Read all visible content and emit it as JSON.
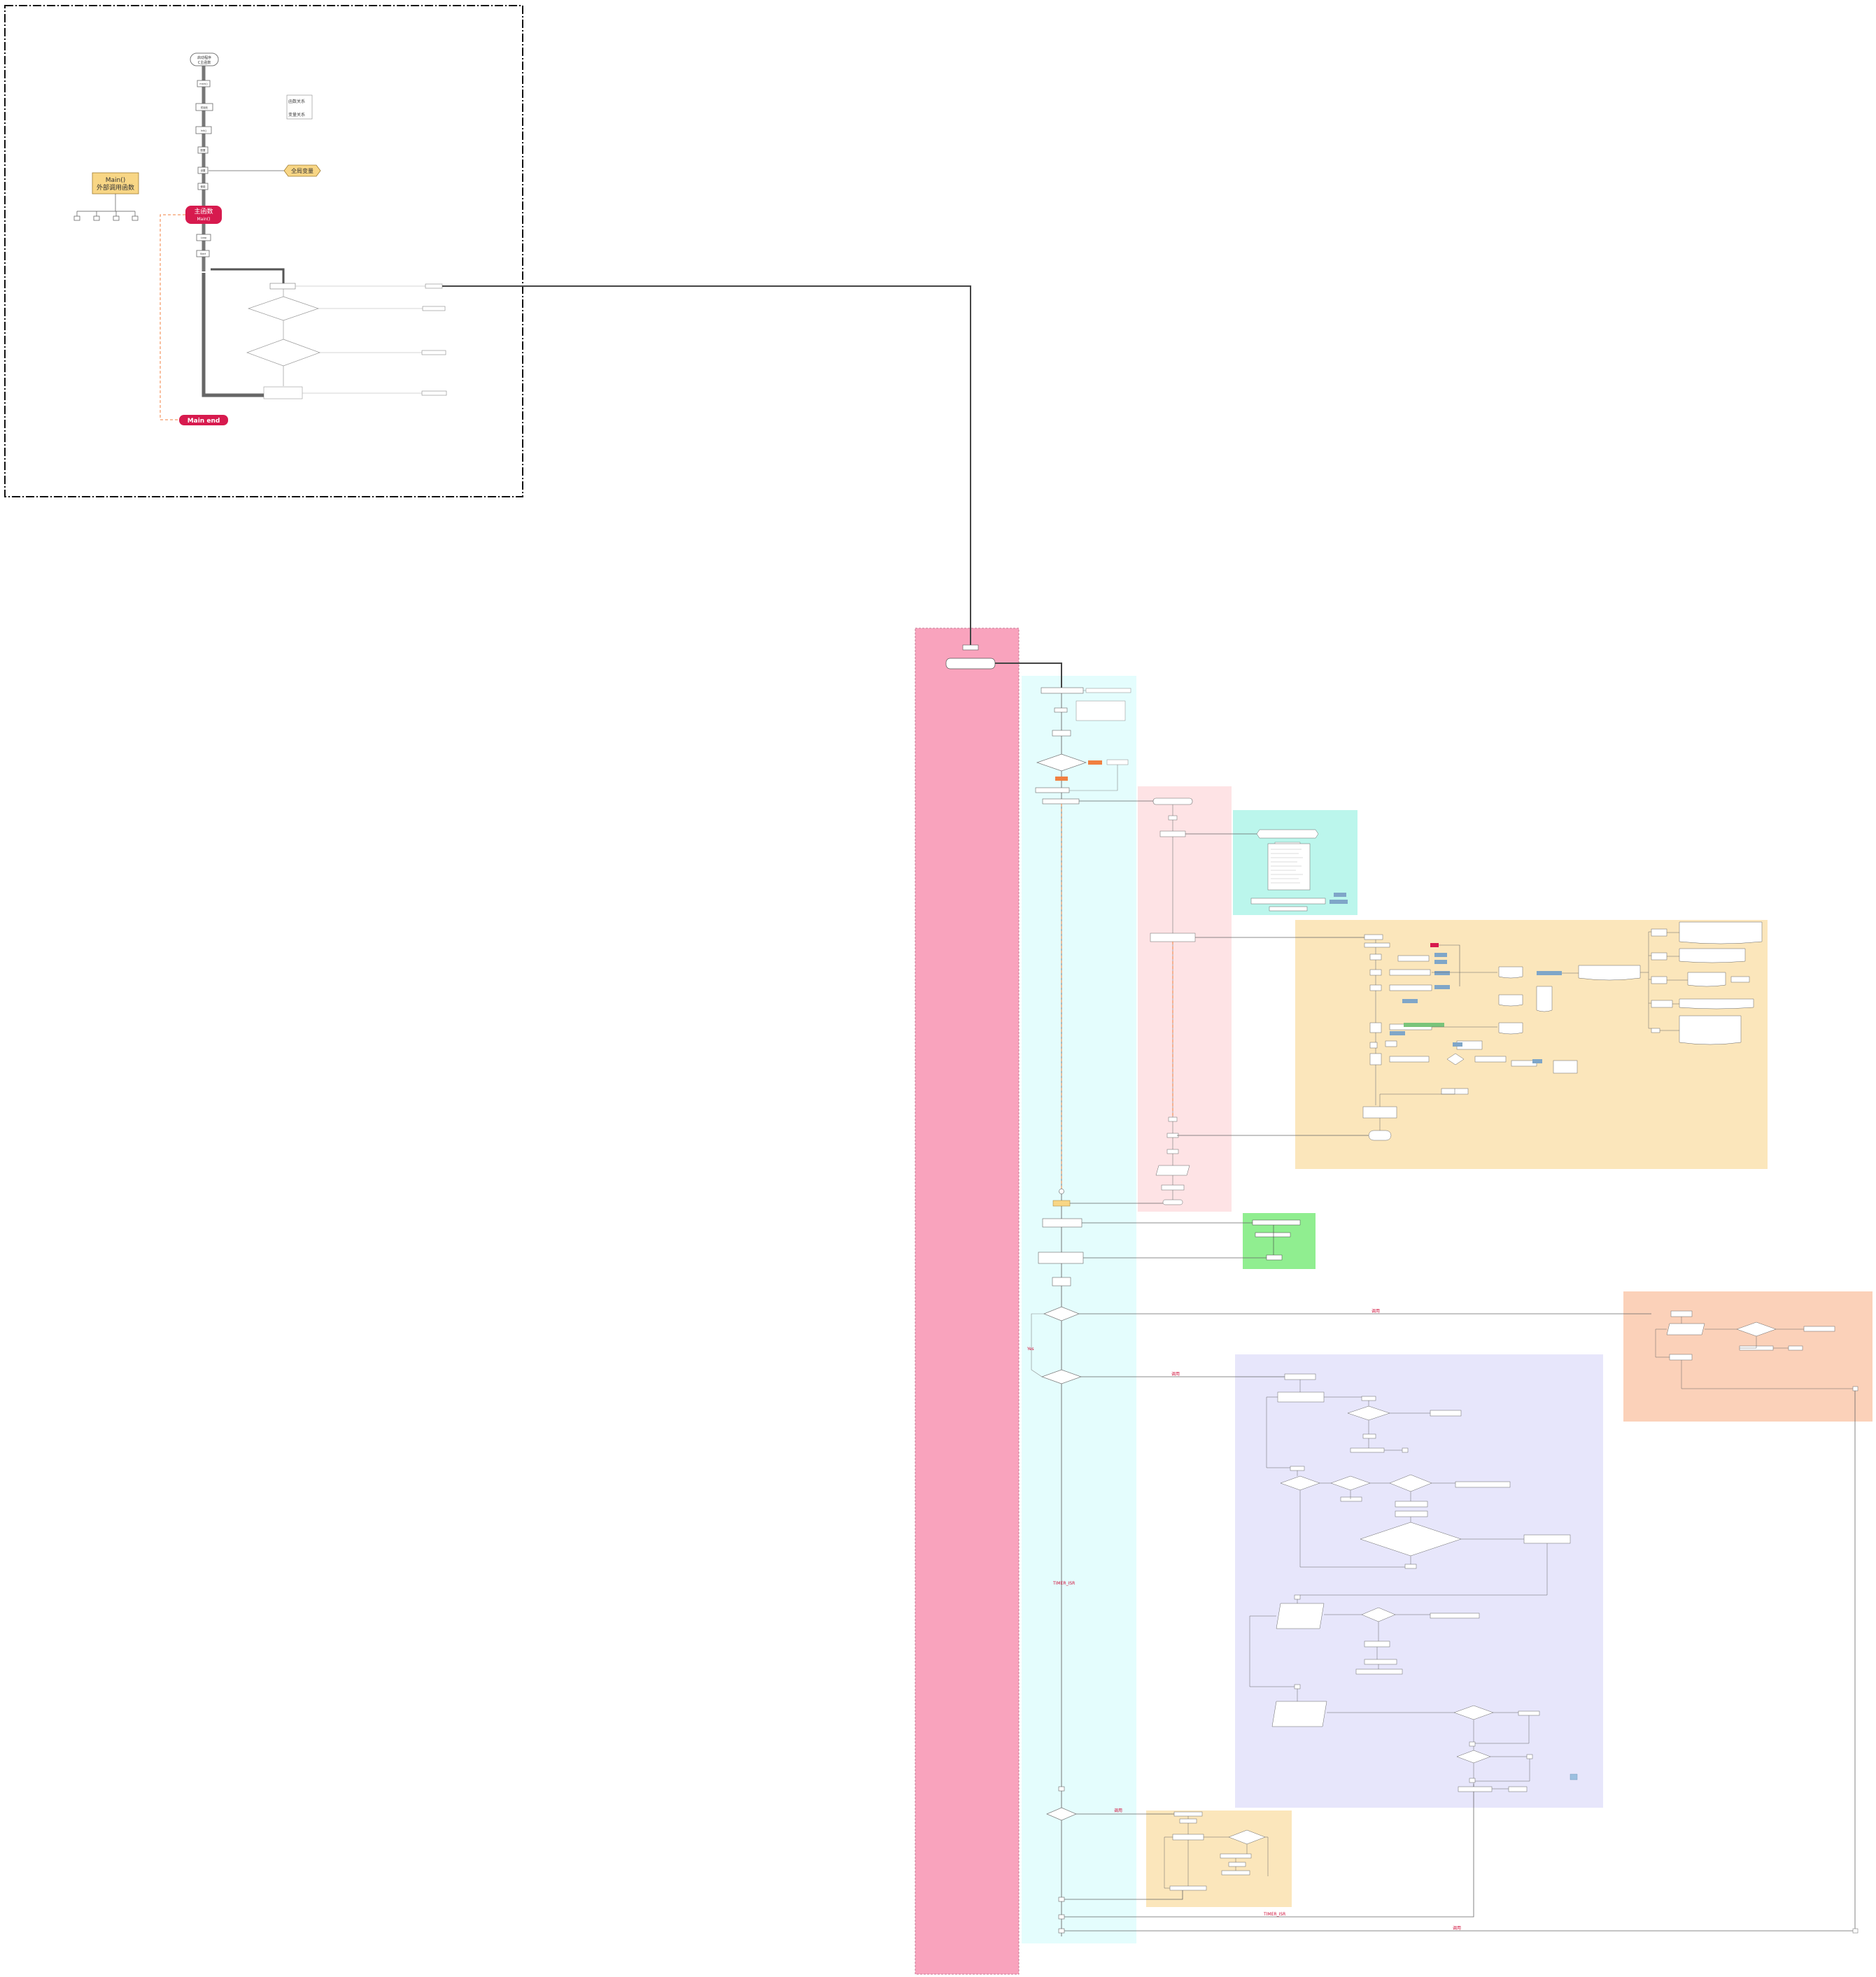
{
  "main_panel": {
    "start_label_line1": "启动程序",
    "start_label_line2": "C主函数",
    "legend_function_relation": "函数关系",
    "legend_variable_relation": "变量关系",
    "global_vars_label": "全局变量",
    "external_functions_line1": "Main()",
    "external_functions_line2": "外部调用函数",
    "main_function_line1": "主函数",
    "main_function_line2": "Main()",
    "main_end_label": "Main end",
    "flow_step_labels": [
      "main()",
      "初始化",
      "Init()",
      "配置",
      "设置",
      "使能",
      "Loop",
      "Start"
    ]
  },
  "edge_labels": {
    "red_1": "调用",
    "red_2": "Yes",
    "red_3": "调用",
    "red_4": "TIMER_ISR",
    "red_5": "调用",
    "red_6": "TIMER_ISR",
    "red_7": "调用"
  },
  "colors": {
    "pink_lane": "#f9a3bd",
    "cyan_lane": "#e4fdfd",
    "rose_panel": "#fee3e5",
    "mint_panel": "#bbf6ec",
    "amber_panel": "#fbe6bb",
    "green_panel": "#90ee90",
    "lavender_panel": "#e7e6fb",
    "peach_panel": "#fbd1b9",
    "main_red": "#d71a4e",
    "gold_box": "#f8d685"
  }
}
